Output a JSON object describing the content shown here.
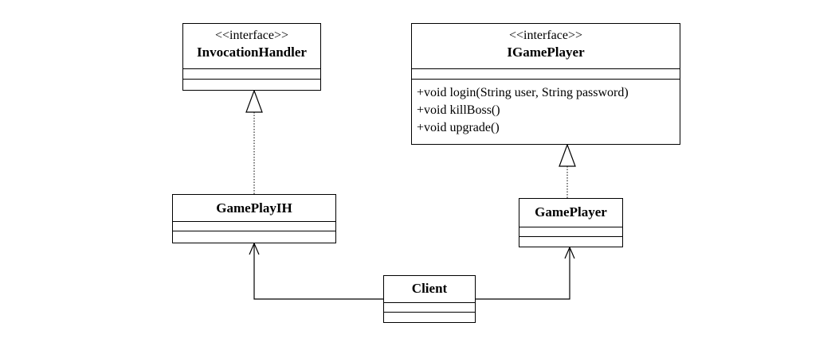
{
  "classes": {
    "invocation_handler": {
      "stereotype": "<<interface>>",
      "name": "InvocationHandler"
    },
    "igame_player": {
      "stereotype": "<<interface>>",
      "name": "IGamePlayer",
      "methods": [
        "+void login(String user, String password)",
        "+void killBoss()",
        "+void upgrade()"
      ]
    },
    "game_play_ih": {
      "name": "GamePlayIH"
    },
    "game_player": {
      "name": "GamePlayer"
    },
    "client": {
      "name": "Client"
    }
  },
  "relations": [
    {
      "type": "realization",
      "from": "GamePlayIH",
      "to": "InvocationHandler",
      "line": "dotted"
    },
    {
      "type": "realization",
      "from": "GamePlayer",
      "to": "IGamePlayer",
      "line": "dotted"
    },
    {
      "type": "association",
      "from": "Client",
      "to": "GamePlayIH",
      "line": "solid"
    },
    {
      "type": "association",
      "from": "Client",
      "to": "GamePlayer",
      "line": "solid"
    }
  ],
  "colors": {
    "stroke": "#000000",
    "background": "#ffffff"
  }
}
